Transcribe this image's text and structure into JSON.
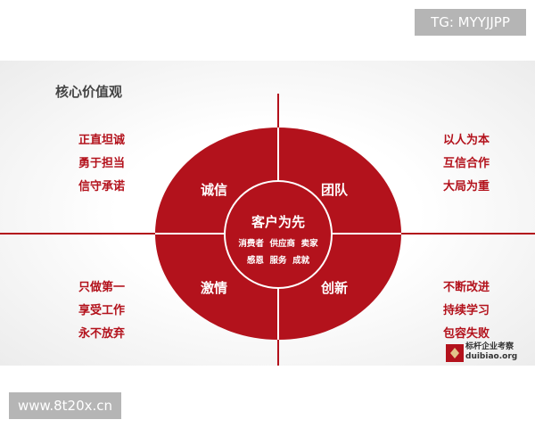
{
  "watermark_top": "TG: MYYJJPP",
  "watermark_bottom": "www.8t20x.cn",
  "slide": {
    "title": "核心价值观",
    "center": {
      "title": "客户为先",
      "line1": "消费者  供应商  卖家",
      "line2": "感恩  服务  成就"
    },
    "quadrants": [
      "诚信",
      "团队",
      "激情",
      "创新"
    ],
    "top_left": [
      "正直坦诚",
      "勇于担当",
      "信守承诺"
    ],
    "top_right": [
      "以人为本",
      "互信合作",
      "大局为重"
    ],
    "bottom_left": [
      "只做第一",
      "享受工作",
      "永不放弃"
    ],
    "bottom_right": [
      "不断改进",
      "持续学习",
      "包容失败"
    ],
    "logo": {
      "name": "标杆企业考察",
      "domain": "duibiao.org"
    },
    "colors": {
      "accent": "#b3121c"
    }
  }
}
